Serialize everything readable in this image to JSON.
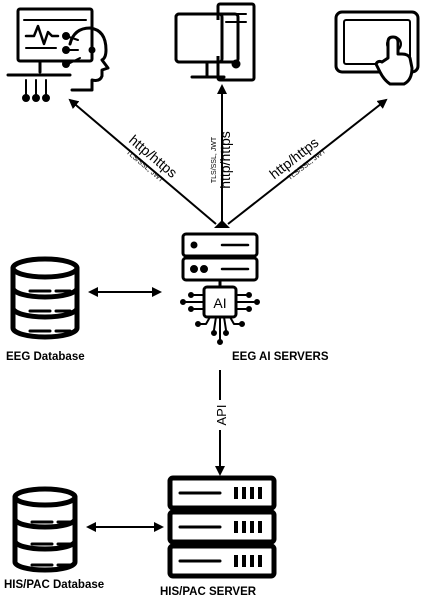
{
  "clients": [
    {
      "name": "eeg-workstation",
      "icon": "monitor-with-brain-icon"
    },
    {
      "name": "desktop-computer",
      "icon": "desktop-computer-icon"
    },
    {
      "name": "tablet",
      "icon": "tablet-touch-icon"
    }
  ],
  "connections": {
    "protocol": "http/https",
    "security": "TLS/SSL, JWT"
  },
  "ai_server": {
    "label": "EEG AI SERVERS",
    "chip_label": "AI",
    "icon": "ai-server-icon"
  },
  "eeg_db": {
    "label": "EEG Database",
    "icon": "database-icon"
  },
  "api_link": {
    "label": "API"
  },
  "his_server": {
    "label": "HIS/PAC SERVER",
    "icon": "server-rack-icon"
  },
  "his_db": {
    "label": "HIS/PAC Database",
    "icon": "database-icon"
  }
}
